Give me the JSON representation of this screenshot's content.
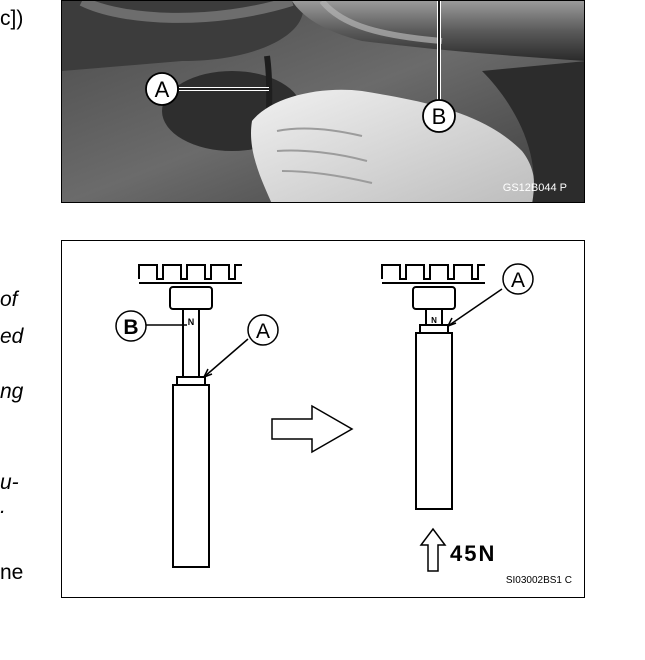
{
  "left_text": {
    "frag1": "c])",
    "frag2": "of",
    "frag3": "ed",
    "frag4": "ng",
    "frag5": "u-",
    "frag6": ".",
    "frag7": "ne"
  },
  "photo": {
    "label_a": "A",
    "label_b": "B",
    "code": "GS12B044   P"
  },
  "diagram": {
    "left_label_b": "B",
    "left_label_a": "A",
    "left_n_mark": "N",
    "right_label_a": "A",
    "right_n_mark": "N",
    "force": "45N",
    "code": "SI03002BS1   C"
  }
}
